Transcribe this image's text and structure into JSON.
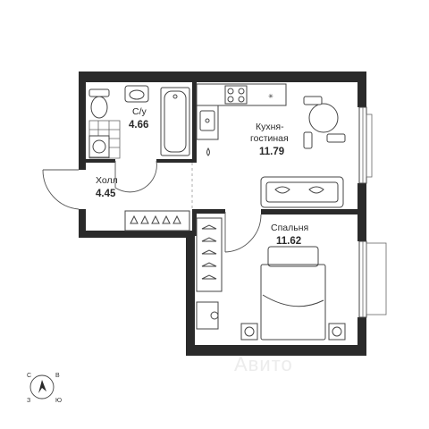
{
  "rooms": [
    {
      "id": "bathroom",
      "name": "С/у",
      "area": "4.66"
    },
    {
      "id": "kitchen",
      "name_line1": "Кухня-",
      "name_line2": "гостиная",
      "area": "11.79"
    },
    {
      "id": "hall",
      "name": "Холл",
      "area": "4.45"
    },
    {
      "id": "bedroom",
      "name": "Спальня",
      "area": "11.62"
    }
  ],
  "compass": {
    "letters": [
      "В",
      "Ю",
      "С",
      "З"
    ]
  },
  "watermark": "Авито",
  "colors": {
    "wall": "#2a2a2a",
    "fixture": "#444444",
    "background": "#ffffff"
  }
}
